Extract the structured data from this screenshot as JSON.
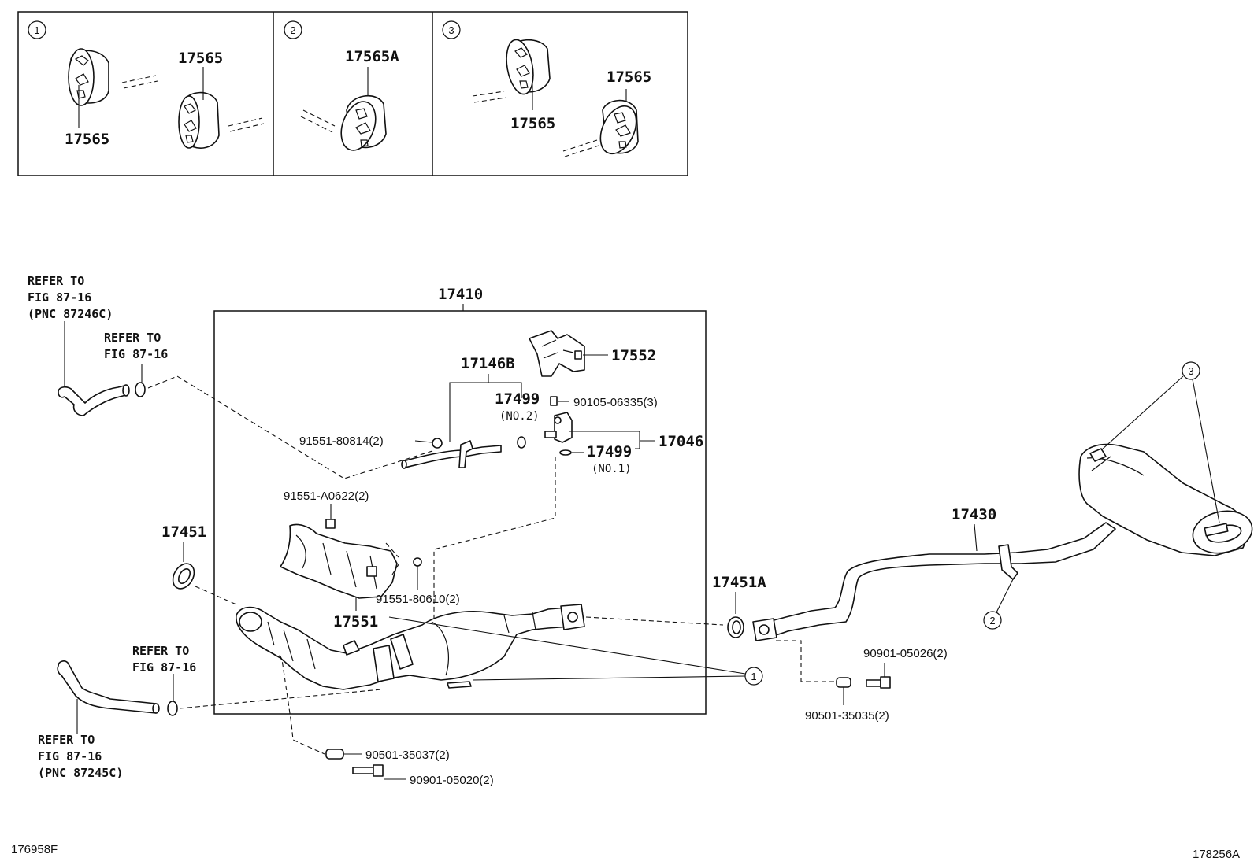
{
  "legend": {
    "panel1": {
      "num": "1",
      "parts": [
        "17565",
        "17565"
      ]
    },
    "panel2": {
      "num": "2",
      "parts": [
        "17565A"
      ]
    },
    "panel3": {
      "num": "3",
      "parts": [
        "17565",
        "17565"
      ]
    }
  },
  "refs": {
    "topleft": [
      "REFER TO",
      "FIG 87-16",
      "(PNC 87246C)"
    ],
    "top2": [
      "REFER TO",
      "FIG 87-16"
    ],
    "bot2": [
      "REFER TO",
      "FIG 87-16"
    ],
    "botleft": [
      "REFER TO",
      "FIG 87-16",
      "(PNC 87245C)"
    ]
  },
  "labels": {
    "assembly": "17410",
    "p17552": "17552",
    "p17146b": "17146B",
    "p17499no2": "17499",
    "no2": "(NO.2)",
    "p90105": "90105-06335(3)",
    "p91551a": "91551-80814(2)",
    "p17046": "17046",
    "p17499no1": "17499",
    "no1": "(NO.1)",
    "p91551b": "91551-A0622(2)",
    "p17451": "17451",
    "p91551c": "91551-80610(2)",
    "p17551": "17551",
    "p17451a": "17451A",
    "p17430": "17430",
    "p90901a": "90901-05026(2)",
    "p90501a": "90501-35035(2)",
    "p90501b": "90501-35037(2)",
    "p90901b": "90901-05020(2)",
    "callout1": "1",
    "callout2": "2",
    "callout3": "3"
  },
  "footer": {
    "left_code": "176958F",
    "right_code": "178256A"
  }
}
